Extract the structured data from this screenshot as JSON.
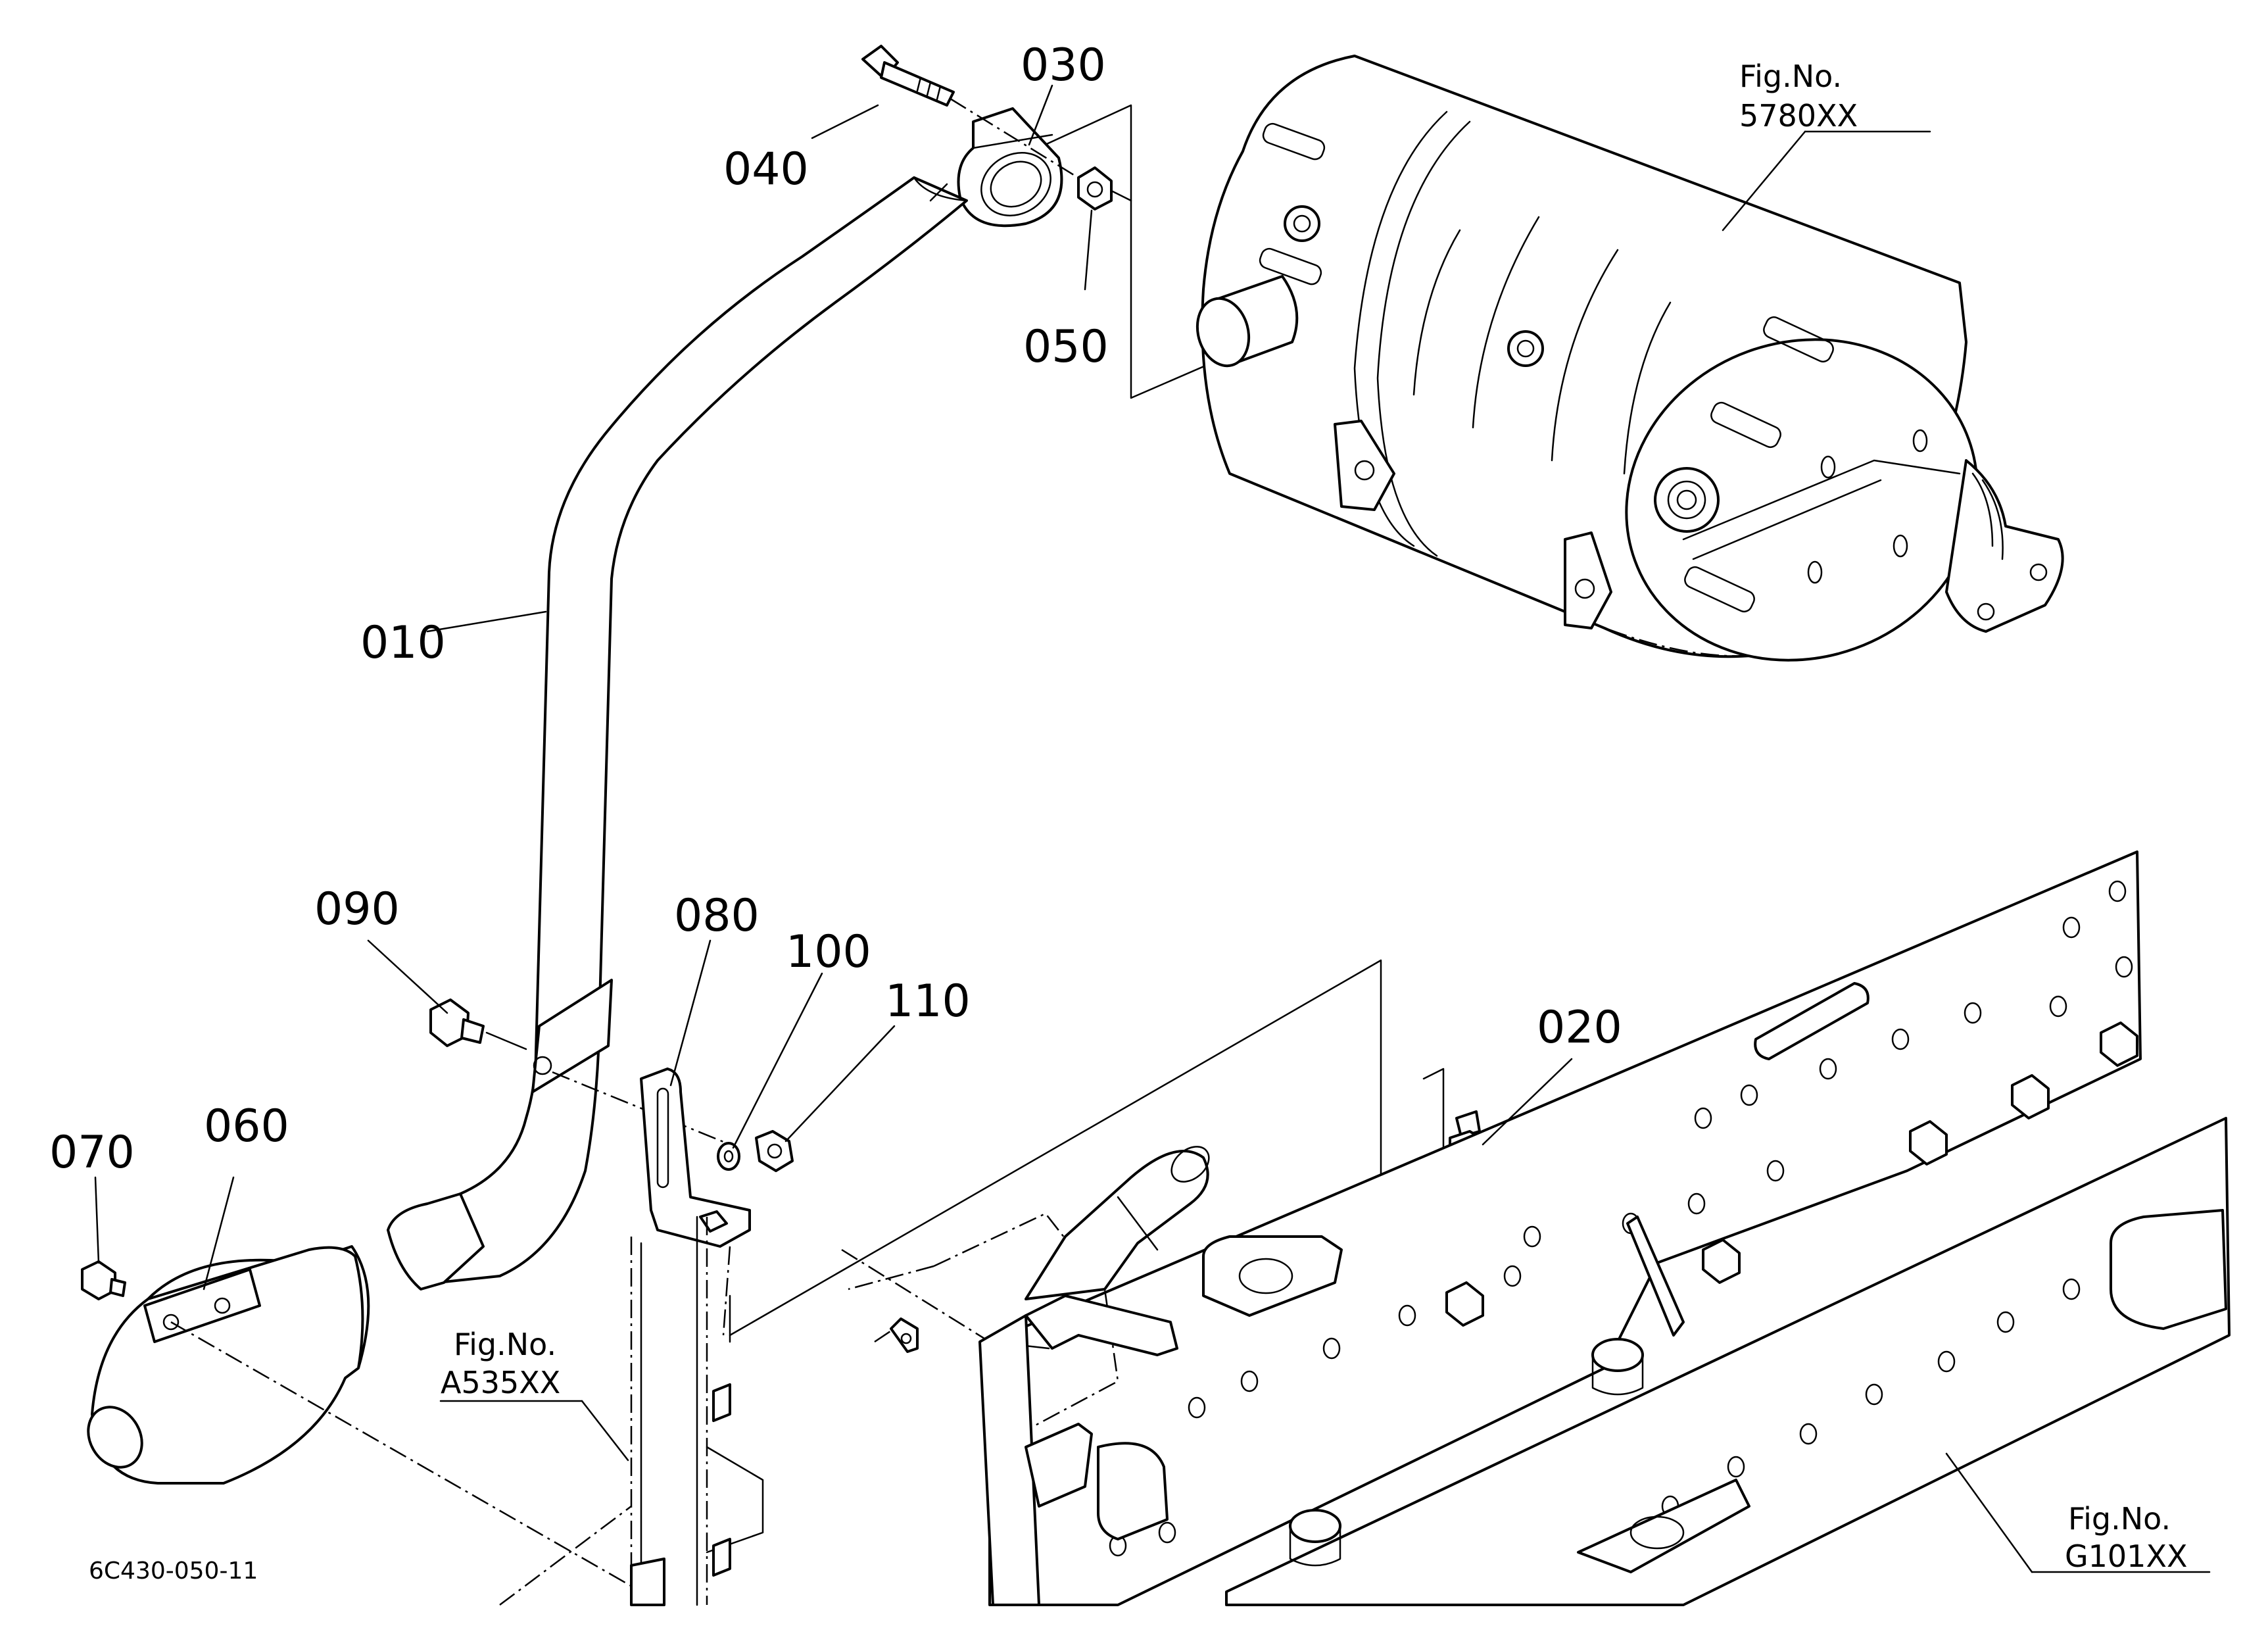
{
  "diagram": {
    "drawing_code": "6C430-050-11",
    "parts": {
      "p010": "010",
      "p020": "020",
      "p030": "030",
      "p040": "040",
      "p050": "050",
      "p060": "060",
      "p070": "070",
      "p080": "080",
      "p090": "090",
      "p100": "100",
      "p110": "110"
    },
    "figure_refs": {
      "fig_5780": {
        "prefix": "Fig.No.",
        "number": "5780XX"
      },
      "fig_a535": {
        "prefix": "Fig.No.",
        "number": "A535XX"
      },
      "fig_g101": {
        "prefix": "Fig.No.",
        "number": "G101XX"
      }
    }
  }
}
